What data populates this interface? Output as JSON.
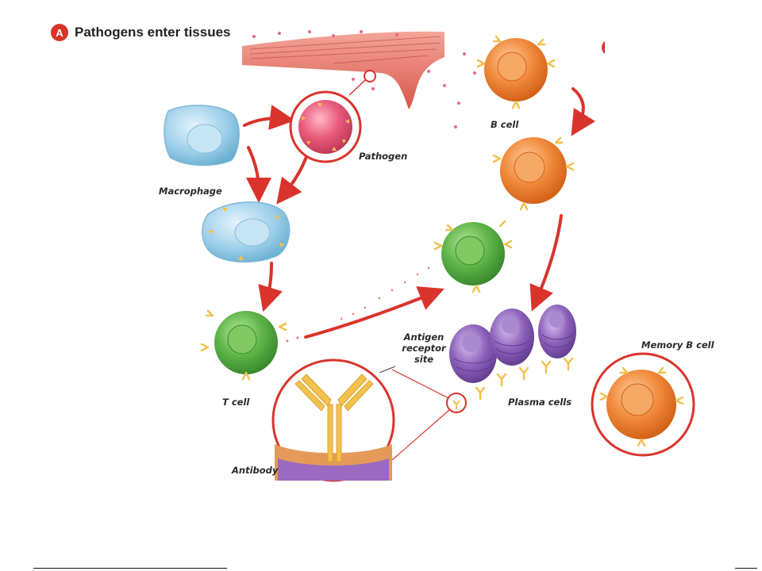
{
  "heading": {
    "badge": "A",
    "text": "Pathogens enter tissues"
  },
  "labels": {
    "b_cell": "B cell",
    "pathogen": "Pathogen",
    "macrophage": "Macrophage",
    "antigen_receptor_site": [
      "Antigen",
      "receptor",
      "site"
    ],
    "memory_b_cell": "Memory B cell",
    "t_cell": "T cell",
    "plasma_cells": "Plasma cells",
    "antibody": "Antibody"
  },
  "colors": {
    "accent_red": "#d9342b",
    "macrophage_blue": "#9fd0ea",
    "pathogen_pink": "#e85a7a",
    "b_cell_orange": "#f08a3c",
    "t_cell_green": "#5fb548",
    "plasma_purple": "#8b5fb8",
    "antigen_yellow": "#f2c14e",
    "tissue_red": "#e06b5f"
  }
}
